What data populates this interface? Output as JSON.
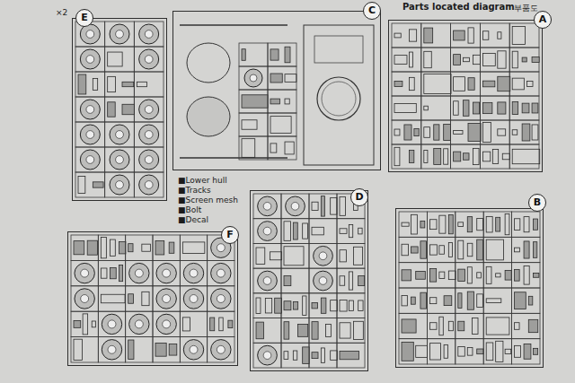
{
  "diagram": {
    "title": "Parts located diagram",
    "nodes": [
      {
        "text": [
          "A"
        ]
      },
      {
        "text": [
          "C"
        ]
      },
      {
        "text": [
          "E"
        ]
      },
      {
        "text": [
          "D"
        ]
      },
      {
        "text": [
          "B"
        ]
      },
      {
        "text": [
          "F"
        ]
      }
    ],
    "labels": [
      "×2",
      "부품도",
      "■Lower hull",
      "■Tracks",
      "■Screen mesh",
      "■Bolt",
      "■Decal"
    ]
  }
}
